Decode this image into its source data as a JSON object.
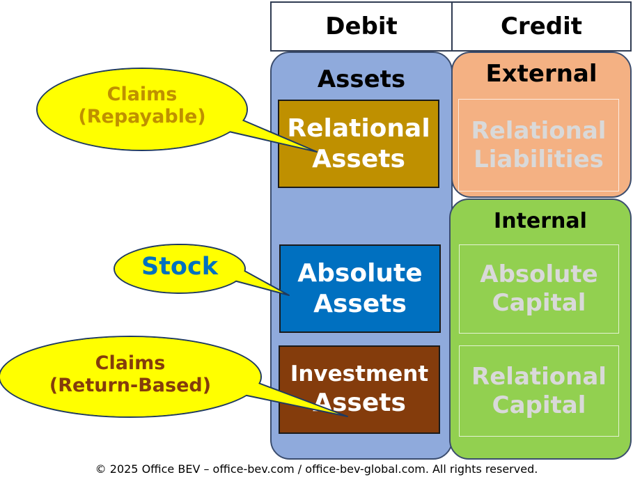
{
  "headers": {
    "debit": "Debit",
    "credit": "Credit"
  },
  "debit": {
    "title": "Assets",
    "boxes": [
      {
        "line1": "Relational",
        "line2": "Assets",
        "color": "#bf9000"
      },
      {
        "line1": "Absolute",
        "line2": "Assets",
        "color": "#0070c0"
      },
      {
        "line1": "Investment",
        "line2": "Assets",
        "color": "#843c0c"
      }
    ]
  },
  "credit": {
    "external": {
      "title": "External",
      "box": {
        "line1": "Relational",
        "line2": "Liabilities"
      },
      "color": "#f4b183"
    },
    "internal": {
      "title": "Internal",
      "boxes": [
        {
          "line1": "Absolute",
          "line2": "Capital"
        },
        {
          "line1": "Relational",
          "line2": "Capital"
        }
      ],
      "color": "#92d050"
    }
  },
  "callouts": [
    {
      "line1": "Claims",
      "line2": "(Repayable)",
      "text_color": "#bf9000"
    },
    {
      "line1": "Stock",
      "text_color": "#0070c0"
    },
    {
      "line1": "Claims",
      "line2": "(Return-Based)",
      "text_color": "#843c0c"
    }
  ],
  "colors": {
    "assets_column": "#8faadc",
    "bubble_fill": "#ffff00"
  },
  "footer": "© 2025 Office BEV – office-bev.com / office-bev-global.com. All rights reserved."
}
